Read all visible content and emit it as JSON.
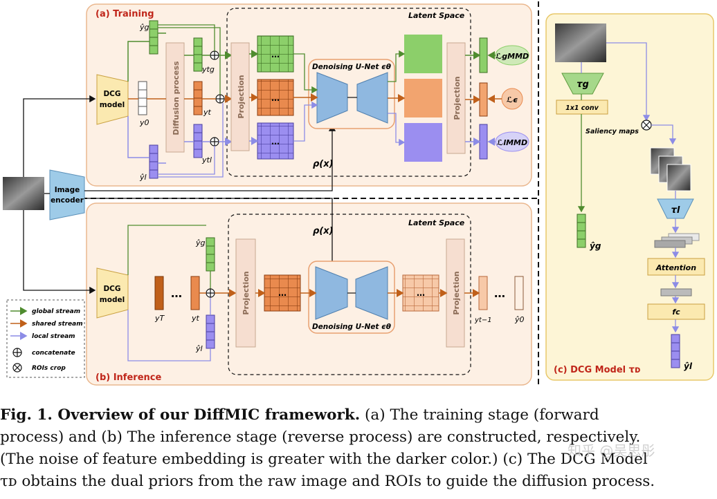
{
  "panels": {
    "training": "(a) Training",
    "inference": "(b) Inference",
    "dcg": "(c) DCG Model τᴅ"
  },
  "labels": {
    "latent_space": "Latent Space",
    "unet": "Denoising U-Net ϵθ",
    "projection": "Projection",
    "diffusion": "Diffusion process",
    "dcg_model": [
      "DCG",
      "model"
    ],
    "image_encoder": [
      "Image",
      "encoder"
    ],
    "rho": "ρ(x)",
    "tau_g": "τg",
    "tau_l": "τl",
    "conv": "1x1 conv",
    "saliency": "Saliency maps",
    "attention": "Attention",
    "fc": "fc",
    "ellipsis": "…"
  },
  "symbols": {
    "y_hat_g": "ŷg",
    "y_hat_l": "ŷl",
    "y0": "y0",
    "yt": "yt",
    "ytg": "ytg",
    "ytl": "ytl",
    "yT": "yT",
    "yt_minus_1": "yt−1",
    "y_hat_0": "ŷ0"
  },
  "losses": {
    "global": "ℒgMMD",
    "eps": "ℒϵ",
    "local": "ℒlMMD"
  },
  "legend": [
    {
      "label": "global stream",
      "color": "#4f8c2f"
    },
    {
      "label": "shared stream",
      "color": "#c0601a"
    },
    {
      "label": "local stream",
      "color": "#8c8ce6"
    },
    {
      "label": "concatenate",
      "icon": "concatenate-icon"
    },
    {
      "label": "ROIs crop",
      "icon": "roi-crop-icon"
    }
  ],
  "caption": {
    "bold": "Fig. 1. Overview of our DiffMIC framework.",
    "line1_rest": " (a) The training stage (forward",
    "line2": "process) and (b) The inference stage (reverse process) are constructed, respectively.",
    "line3": "(The noise of feature embedding is greater with the darker color.) (c) The DCG Model",
    "line4": "τᴅ obtains the dual priors from the raw image and ROIs to guide the diffusion process."
  },
  "watermark": "知乎 @吴思彤",
  "colors": {
    "green": "#4f8c2f",
    "orange": "#c0601a",
    "purple": "#8c8ce6",
    "panel_fill": "#fdf0e4",
    "panel_stroke": "#eab78e",
    "yellow": "#fbe9b0"
  }
}
